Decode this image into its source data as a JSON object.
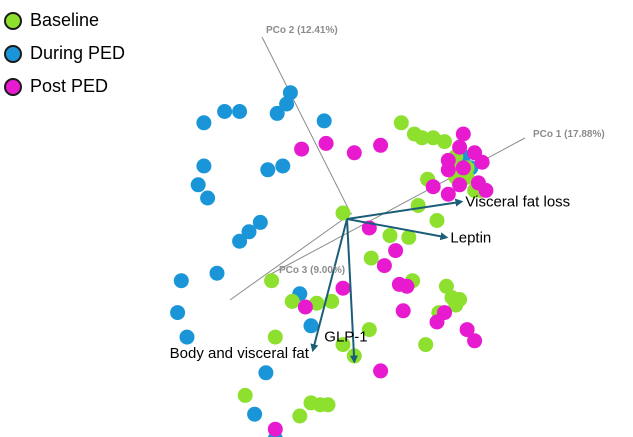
{
  "chart_data": {
    "type": "scatter",
    "title": "",
    "colors": {
      "Baseline": "#8ee02e",
      "During PED": "#1a96d8",
      "Post PED": "#e81ad0",
      "vector": "#1b5e78",
      "axis": "#8c8c8c"
    },
    "legend": {
      "placement": "top-left"
    },
    "axes": [
      {
        "label": "PCo 1 (17.88%)"
      },
      {
        "label": "PCo 2 (12.41%)"
      },
      {
        "label": "PCo 3 (9.00%)"
      }
    ],
    "vectors": [
      {
        "label": "Visceral fat loss",
        "dx": 0.63,
        "dy": -0.06
      },
      {
        "label": "Leptin",
        "dx": 0.55,
        "dy": 0.13
      },
      {
        "label": "GLP-1",
        "dx": 0.06,
        "dy": 0.79
      },
      {
        "label": "Body and visceral fat",
        "dx": -0.16,
        "dy": 0.73
      }
    ],
    "series": [
      {
        "name": "Baseline",
        "points": [
          [
            0.31,
            -0.48
          ],
          [
            0.38,
            -0.42
          ],
          [
            0.42,
            -0.4
          ],
          [
            0.48,
            -0.4
          ],
          [
            0.54,
            -0.38
          ],
          [
            0.6,
            -0.3
          ],
          [
            0.58,
            -0.24
          ],
          [
            0.66,
            -0.24
          ],
          [
            0.6,
            -0.19
          ],
          [
            0.45,
            -0.18
          ],
          [
            0.66,
            -0.19
          ],
          [
            0.7,
            -0.12
          ],
          [
            0.73,
            -0.12
          ],
          [
            0.4,
            -0.04
          ],
          [
            0.5,
            0.04
          ],
          [
            0.25,
            0.12
          ],
          [
            0.15,
            0.24
          ],
          [
            0.35,
            0.13
          ],
          [
            0.55,
            0.39
          ],
          [
            0.58,
            0.45
          ],
          [
            0.62,
            0.46
          ],
          [
            0.6,
            0.49
          ],
          [
            0.51,
            0.53
          ],
          [
            -0.38,
            0.36
          ],
          [
            0.37,
            0.36
          ],
          [
            -0.27,
            0.47
          ],
          [
            -0.2,
            0.5
          ],
          [
            -0.14,
            0.48
          ],
          [
            -0.06,
            0.47
          ],
          [
            0.14,
            0.62
          ],
          [
            0.0,
            0.7
          ],
          [
            0.06,
            0.76
          ],
          [
            0.44,
            0.7
          ],
          [
            -0.36,
            0.66
          ],
          [
            -0.52,
            0.97
          ],
          [
            -0.17,
            1.01
          ],
          [
            -0.12,
            1.02
          ],
          [
            -0.08,
            1.02
          ],
          [
            -0.23,
            1.08
          ],
          [
            0.0,
            0.0
          ]
        ]
      },
      {
        "name": "During PED",
        "points": [
          [
            -0.28,
            -0.64
          ],
          [
            -0.3,
            -0.58
          ],
          [
            -0.55,
            -0.54
          ],
          [
            -0.63,
            -0.54
          ],
          [
            -0.35,
            -0.53
          ],
          [
            -0.74,
            -0.48
          ],
          [
            -0.1,
            -0.49
          ],
          [
            -0.32,
            -0.25
          ],
          [
            -0.4,
            -0.23
          ],
          [
            -0.77,
            -0.15
          ],
          [
            -0.74,
            -0.25
          ],
          [
            -0.72,
            -0.08
          ],
          [
            -0.44,
            0.05
          ],
          [
            -0.5,
            0.1
          ],
          [
            -0.55,
            0.15
          ],
          [
            -0.67,
            0.32
          ],
          [
            -0.86,
            0.36
          ],
          [
            -0.88,
            0.53
          ],
          [
            -0.83,
            0.66
          ],
          [
            -0.41,
            0.85
          ],
          [
            -0.47,
            1.07
          ],
          [
            -0.36,
            1.2
          ],
          [
            0.64,
            -0.3
          ],
          [
            0.68,
            -0.24
          ],
          [
            -0.23,
            0.43
          ],
          [
            -0.17,
            0.6
          ]
        ]
      },
      {
        "name": "Post PED",
        "points": [
          [
            0.64,
            -0.42
          ],
          [
            0.62,
            -0.35
          ],
          [
            0.7,
            -0.32
          ],
          [
            0.64,
            -0.24
          ],
          [
            0.56,
            -0.28
          ],
          [
            0.56,
            -0.23
          ],
          [
            0.74,
            -0.27
          ],
          [
            0.62,
            -0.15
          ],
          [
            0.56,
            -0.1
          ],
          [
            0.48,
            -0.14
          ],
          [
            0.76,
            -0.12
          ],
          [
            0.72,
            -0.16
          ],
          [
            0.06,
            -0.32
          ],
          [
            0.2,
            -0.36
          ],
          [
            -0.09,
            -0.37
          ],
          [
            -0.22,
            -0.34
          ],
          [
            0.14,
            0.08
          ],
          [
            0.28,
            0.2
          ],
          [
            0.22,
            0.28
          ],
          [
            0.3,
            0.38
          ],
          [
            0.34,
            0.39
          ],
          [
            0.32,
            0.52
          ],
          [
            0.54,
            0.53
          ],
          [
            0.5,
            0.58
          ],
          [
            0.66,
            0.62
          ],
          [
            0.7,
            0.68
          ],
          [
            0.0,
            0.4
          ],
          [
            0.2,
            0.84
          ],
          [
            -0.2,
            0.5
          ],
          [
            -0.36,
            1.15
          ]
        ]
      }
    ]
  }
}
